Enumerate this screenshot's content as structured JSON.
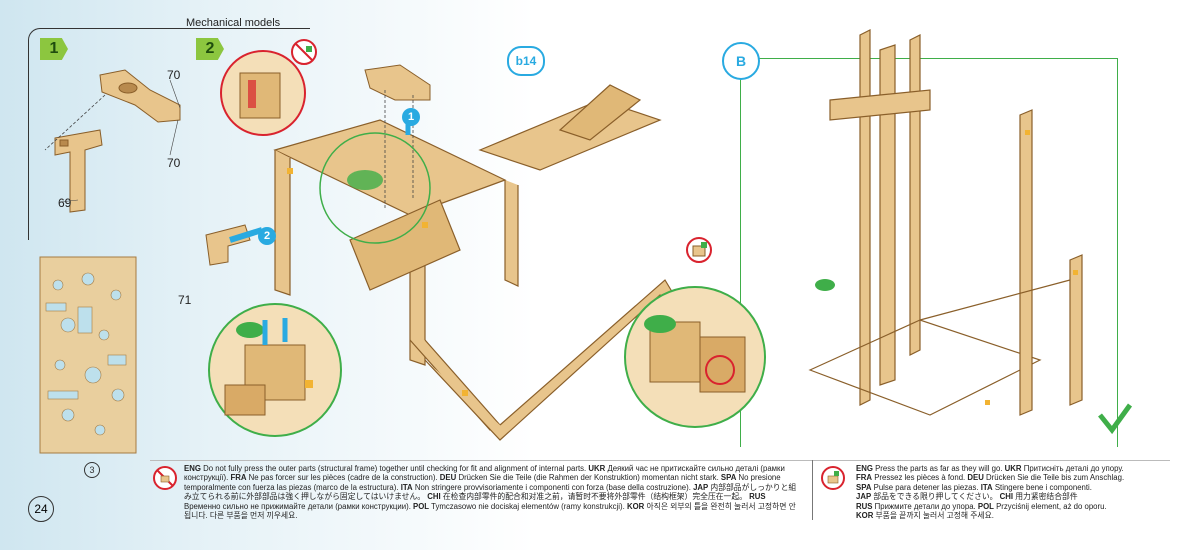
{
  "header": {
    "section_title": "Mechanical models"
  },
  "steps": {
    "one": "1",
    "two": "2"
  },
  "part_labels": {
    "p70a": "70",
    "p70b": "70",
    "p69": "69",
    "p71": "71"
  },
  "callouts": {
    "b14": "b14",
    "B": "B",
    "arrow1": "1",
    "arrow2": "2"
  },
  "sheet": {
    "number": "3"
  },
  "page": {
    "number": "24"
  },
  "colors": {
    "accent_green": "#8cc63f",
    "accent_blue": "#29aae1",
    "wood": "#e8c58c",
    "wood_dark": "#b88a4e",
    "warn_red": "#d9232e"
  },
  "warnings": {
    "left": [
      {
        "code": "ENG",
        "text": "Do not fully press the outer parts (structural frame) together until checking for fit and alignment of internal parts."
      },
      {
        "code": "UKR",
        "text": "Деякий час не притискайте сильно деталі (рамки конструкції)."
      },
      {
        "code": "FRA",
        "text": "Ne pas forcer sur les pièces (cadre de la construction)."
      },
      {
        "code": "DEU",
        "text": "Drücken Sie die Teile (die Rahmen der Konstruktion) momentan nicht stark."
      },
      {
        "code": "SPA",
        "text": "No presione temporalmente con fuerza las piezas (marco de la estructura)."
      },
      {
        "code": "ITA",
        "text": "Non stringere provvisoriamente i componenti con forza (base della costruzione)."
      },
      {
        "code": "JAP",
        "text": "内部部品がしっかりと組み立てられる前に外部部品は強く押しながら固定してはいけません。"
      },
      {
        "code": "CHI",
        "text": "在检查内部零件的配合和对准之前，请暂时不要将外部零件（结构框架）完全压在一起。"
      },
      {
        "code": "RUS",
        "text": "Временно сильно не прижимайте детали (рамки конструкции)."
      },
      {
        "code": "POL",
        "text": "Tymczasowo nie dociskaj elementów (ramy konstrukcji)."
      },
      {
        "code": "KOR",
        "text": "아직은 외부의 틀을 완전히 눌러서 고정하면 안됩니다. 다른 부품을 먼저 끼우세요."
      }
    ],
    "right": [
      {
        "code": "ENG",
        "text": "Press the parts as far as they will go."
      },
      {
        "code": "UKR",
        "text": "Притисніть деталі до упору."
      },
      {
        "code": "FRA",
        "text": "Pressez les pièces à fond."
      },
      {
        "code": "DEU",
        "text": "Drücken Sie die Teile bis zum Anschlag."
      },
      {
        "code": "SPA",
        "text": "Pulse para detener las piezas."
      },
      {
        "code": "ITA",
        "text": "Stingere bene i componenti."
      },
      {
        "code": "JAP",
        "text": "部品をできる限り押してください。"
      },
      {
        "code": "CHI",
        "text": "用力紧密结合部件"
      },
      {
        "code": "RUS",
        "text": "Прижмите детали до упора."
      },
      {
        "code": "POL",
        "text": "Przyciśnij element, aż do oporu."
      },
      {
        "code": "KOR",
        "text": "부품을 끝까지 눌러서 고정해 주세요."
      }
    ]
  }
}
